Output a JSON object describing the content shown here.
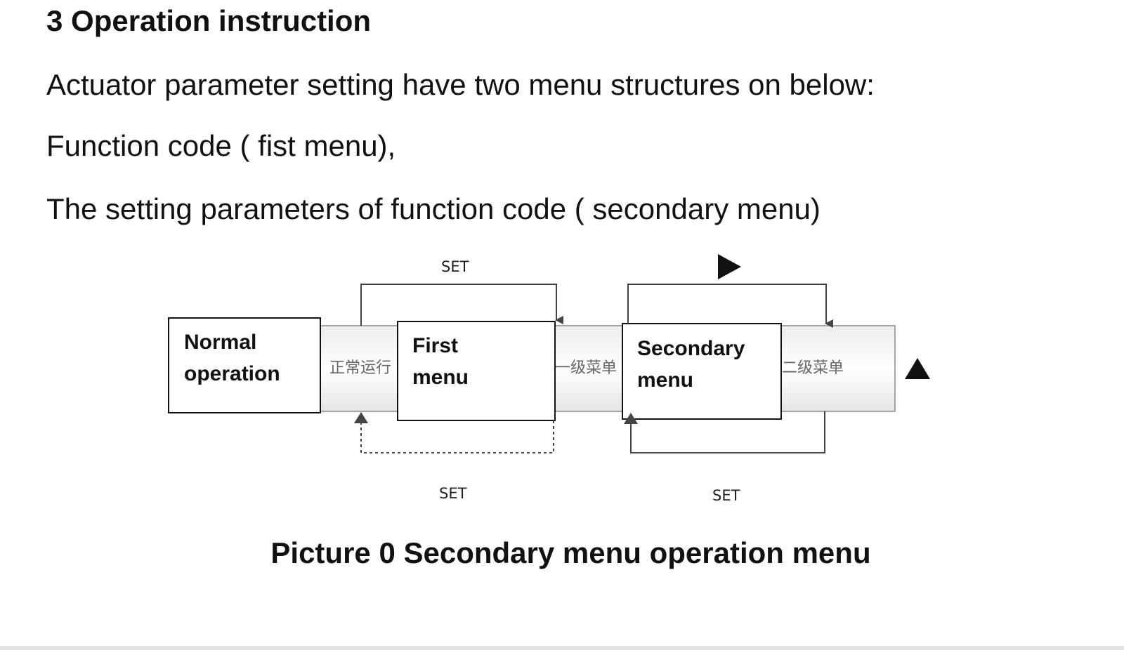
{
  "heading": "3 Operation instruction",
  "paragraphs": [
    "Actuator parameter setting have two menu structures on below:",
    "Function code ( fist menu),",
    "The setting parameters of function code ( secondary menu)"
  ],
  "diagram": {
    "boxes": {
      "normal": [
        "Normal",
        "operation"
      ],
      "first": [
        "First",
        "menu"
      ],
      "secondary": [
        "Secondary",
        "menu"
      ]
    },
    "cn_labels": {
      "normal": "正常运行",
      "first": "一级菜单",
      "secondary": "二级菜单"
    },
    "set_labels": {
      "top": "SET",
      "bottom_left": "SET",
      "bottom_right": "SET"
    },
    "icons": {
      "top_key": "right-triangle-key-icon",
      "right_key": "up-triangle-key-icon"
    }
  },
  "caption": "Picture 0 Secondary menu operation menu"
}
